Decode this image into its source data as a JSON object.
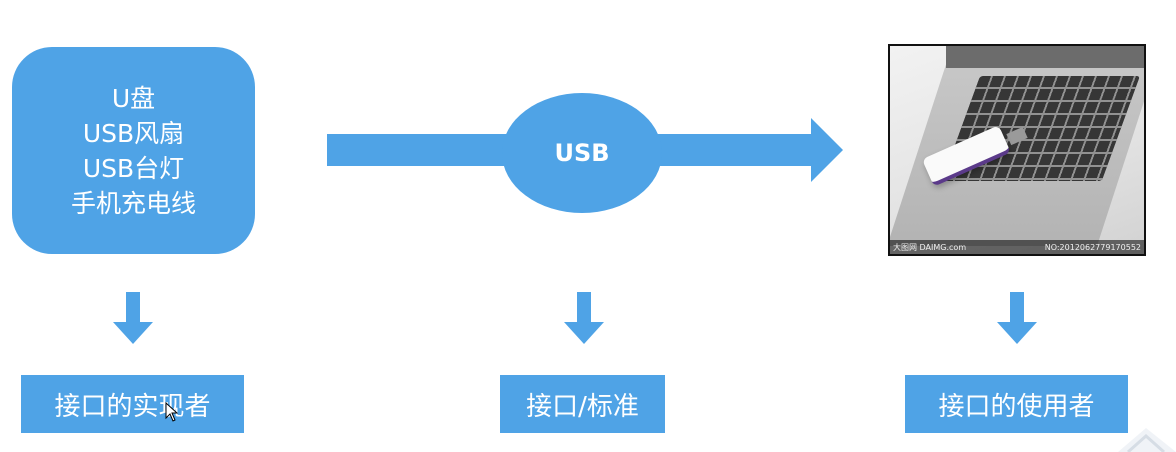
{
  "devices": {
    "items": [
      "U盘",
      "USB风扇",
      "USB台灯",
      "手机充电线"
    ]
  },
  "center": {
    "label": "USB"
  },
  "photo": {
    "watermark_left": "大图网 DAIMG.com",
    "watermark_right": "NO:20120627791705​52"
  },
  "labels": {
    "implementer": "接口的实现者",
    "standard": "接口/标准",
    "user": "接口的使用者"
  },
  "colors": {
    "accent": "#4fa3e6"
  }
}
